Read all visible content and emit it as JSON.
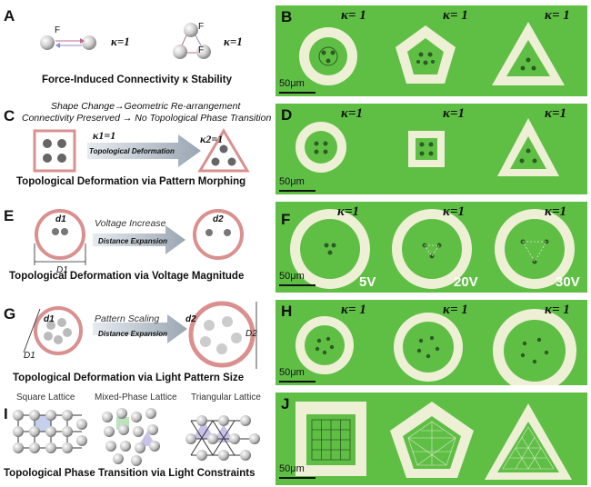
{
  "left": {
    "A": {
      "letter": "A",
      "pair_kappa": "κ=1",
      "tri_kappa": "κ=1",
      "force_a": "F",
      "force_b": "F",
      "force_c": "F",
      "caption": "Force-Induced Connectivity κ Stability"
    },
    "C": {
      "letter": "C",
      "note_line1": "Shape Change→Geometric Re-arrangement",
      "note_line2": "Connectivity Preserved → No Topological Phase Transition",
      "k1": "κ1=1",
      "k2": "κ2=1",
      "arrow_label": "Topological Deformation",
      "caption": "Topological Deformation via Pattern Morphing"
    },
    "E": {
      "letter": "E",
      "d1": "d1",
      "d2": "d2",
      "D1": "D1",
      "arrow_top": "Voltage Increase",
      "arrow_label": "Distance Expansion",
      "caption": "Topological Deformation via Voltage Magnitude"
    },
    "G": {
      "letter": "G",
      "d1": "d1",
      "d2": "d2",
      "D1": "D1",
      "D2": "D2",
      "arrow_top": "Pattern Scaling",
      "arrow_label": "Distance Expansion",
      "caption": "Topological Deformation via Light Pattern Size"
    },
    "I": {
      "letter": "I",
      "lattice1": "Square Lattice",
      "lattice2": "Mixed-Phase Lattice",
      "lattice3": "Triangular Lattice",
      "caption": "Topological Phase Transition via Light Constraints"
    }
  },
  "right": {
    "B": {
      "letter": "B",
      "kappas": [
        "κ= 1",
        "κ= 1",
        "κ= 1"
      ],
      "scale": "50μm"
    },
    "D": {
      "letter": "D",
      "kappas": [
        "κ=1",
        "κ=1",
        "κ=1"
      ],
      "scale": "50μm"
    },
    "F": {
      "letter": "F",
      "kappas": [
        "κ=1",
        "κ=1",
        "κ=1"
      ],
      "voltages": [
        "5V",
        "20V",
        "30V"
      ],
      "scale": "50μm"
    },
    "H": {
      "letter": "H",
      "kappas": [
        "κ= 1",
        "κ= 1",
        "κ= 1"
      ],
      "scale": "50μm"
    },
    "J": {
      "letter": "J",
      "scale": "50μm"
    }
  },
  "colors": {
    "panel_green": "#5fbf45",
    "ring_cream": "#eef0d6",
    "pink_outline": "#d9908f",
    "arrow_gray": "#b9c2cc"
  }
}
